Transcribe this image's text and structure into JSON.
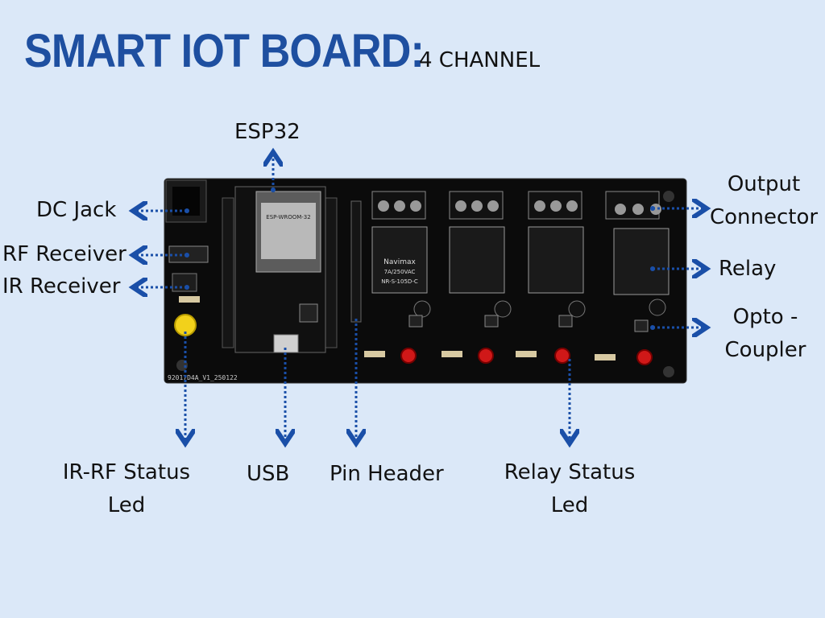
{
  "title": "SMART IOT BOARD:",
  "subtitle": "4 CHANNEL",
  "colors": {
    "background": "#dbe8f8",
    "title": "#1e4fa0",
    "arrow": "#1a4fa8",
    "board": "#111111"
  },
  "labels": {
    "esp32": "ESP32",
    "dc_jack": "DC Jack",
    "rf_receiver": "RF Receiver",
    "ir_receiver": "IR Receiver",
    "output_connector_1": "Output",
    "output_connector_2": "Connector",
    "relay": "Relay",
    "opto_1": "Opto -",
    "opto_2": "Coupler",
    "irrf_led_1": "IR-RF Status",
    "irrf_led_2": "Led",
    "usb": "USB",
    "pin_header": "Pin Header",
    "relay_led_1": "Relay Status",
    "relay_led_2": "Led"
  },
  "board": {
    "relay_text_1": "Navimax",
    "relay_text_2": "7A/250VAC",
    "relay_text_3": "NR-S-105D-C",
    "module_name": "ESP-WROOM-32",
    "serial": "92017D4A_V1_250122"
  }
}
